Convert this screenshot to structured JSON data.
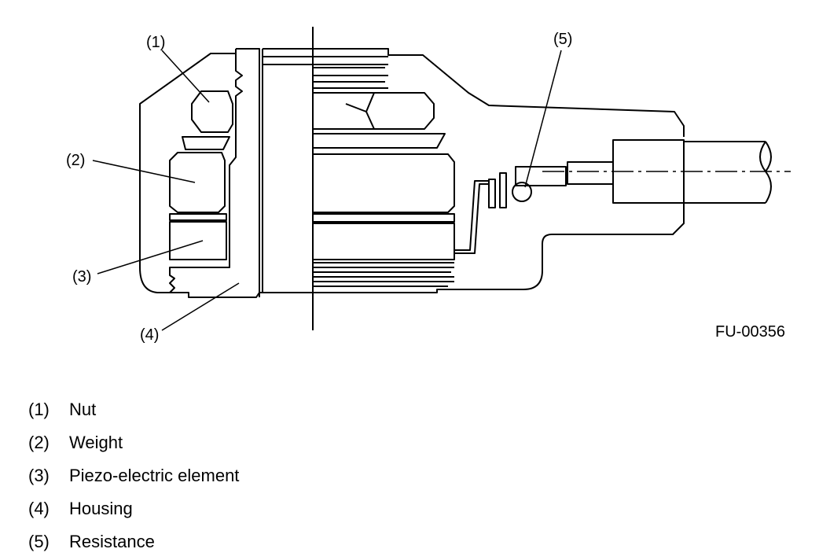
{
  "figure_id": "FU-00356",
  "callouts": [
    "(1)",
    "(2)",
    "(3)",
    "(4)",
    "(5)"
  ],
  "legend": [
    {
      "num": "(1)",
      "label": "Nut"
    },
    {
      "num": "(2)",
      "label": "Weight"
    },
    {
      "num": "(3)",
      "label": "Piezo-electric element"
    },
    {
      "num": "(4)",
      "label": "Housing"
    },
    {
      "num": "(5)",
      "label": "Resistance"
    }
  ]
}
